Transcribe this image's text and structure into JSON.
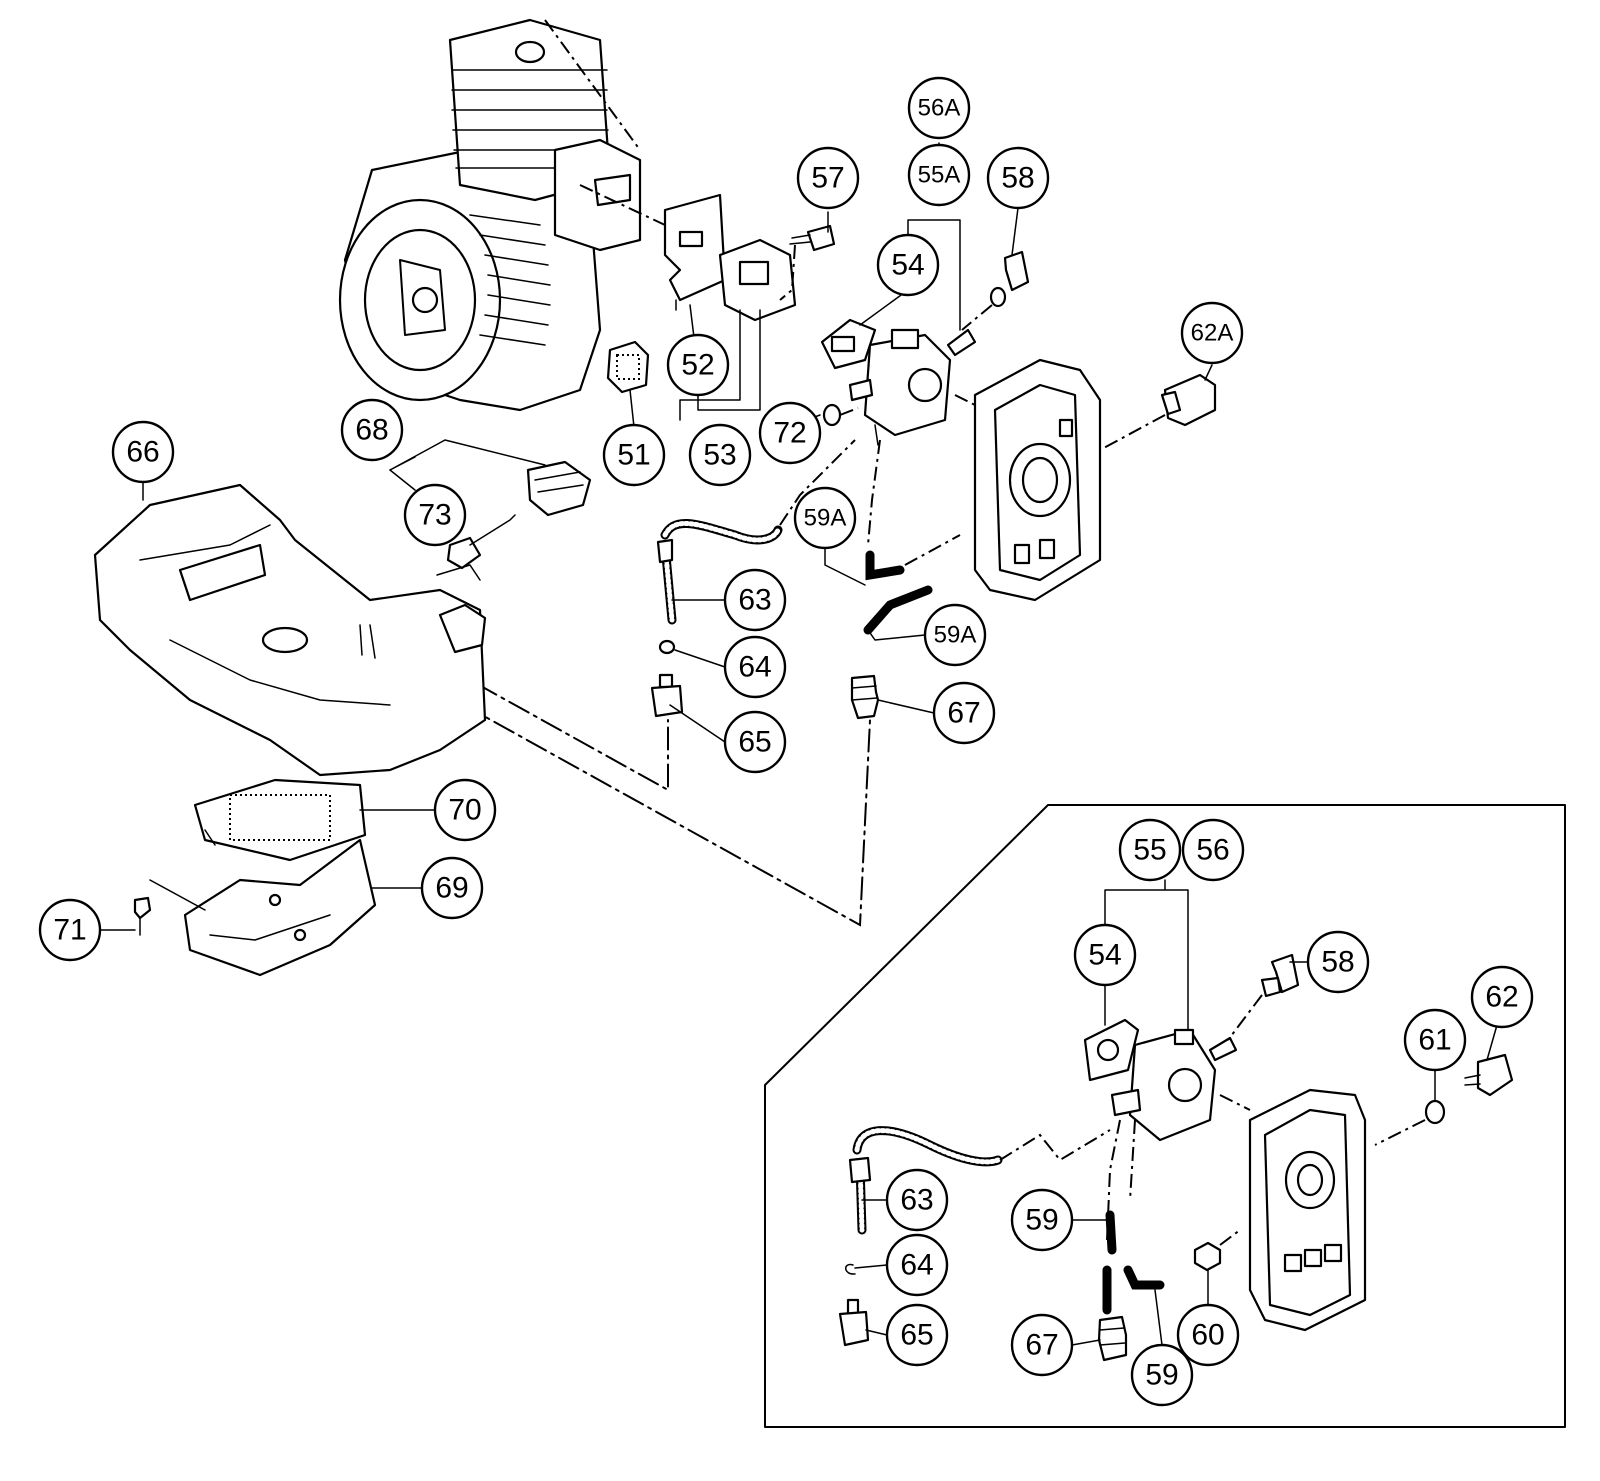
{
  "callouts": {
    "c56A": "56A",
    "c55A": "55A",
    "c57": "57",
    "c58": "58",
    "c54": "54",
    "c62A": "62A",
    "c52": "52",
    "c51": "51",
    "c53": "53",
    "c72": "72",
    "c68": "68",
    "c66": "66",
    "c73": "73",
    "c59A_a": "59A",
    "c59A_b": "59A",
    "c63": "63",
    "c64": "64",
    "c65": "65",
    "c67": "67",
    "c70": "70",
    "c69": "69",
    "c71": "71",
    "i55": "55",
    "i56": "56",
    "i54": "54",
    "i58": "58",
    "i62": "62",
    "i61": "61",
    "i63": "63",
    "i59a": "59",
    "i64": "64",
    "i65": "65",
    "i67": "67",
    "i59b": "59",
    "i60": "60"
  }
}
